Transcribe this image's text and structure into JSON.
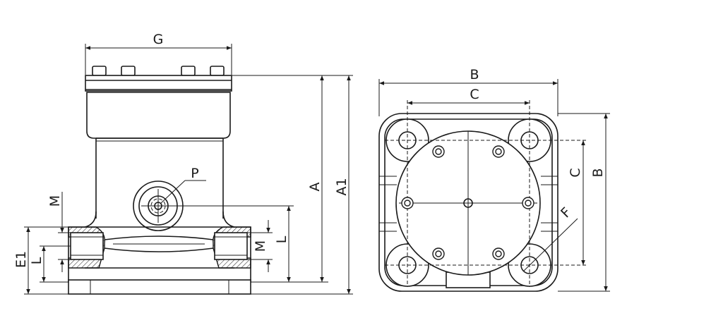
{
  "labels": {
    "G": "G",
    "A": "A",
    "A1": "A1",
    "P": "P",
    "M_left": "M",
    "M_right": "M",
    "L_left": "L",
    "L_right": "L",
    "E1": "E1",
    "B_top": "B",
    "B_side": "B",
    "C_top": "C",
    "C_side": "C",
    "F": "F"
  },
  "colors": {
    "line": "#1a1a1a",
    "background": "#ffffff"
  }
}
